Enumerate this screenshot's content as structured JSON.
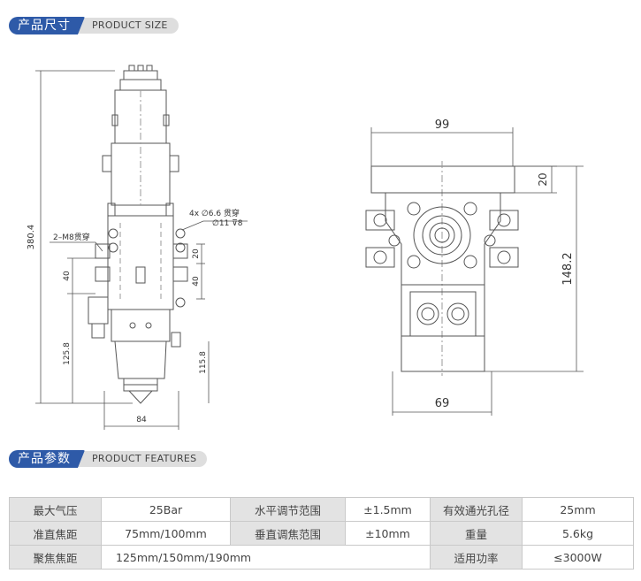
{
  "size_section": {
    "title_cn": "产品尺寸",
    "title_en": "PRODUCT SIZE"
  },
  "features_section": {
    "title_cn": "产品参数",
    "title_en": "PRODUCT FEATURES"
  },
  "dimensions": {
    "total_height": "380.4",
    "thread_note": "2–M8贯穿",
    "hole_note_1": "4x ∅6.6 贯穿",
    "hole_note_2": "∅11 ⊽8",
    "left_40": "40",
    "right_20": "20",
    "right_40": "40",
    "lower_left": "125.8",
    "lower_right": "115.8",
    "bottom_width": "84",
    "top_view_width": "99",
    "top_view_20": "20",
    "top_view_height": "148.2",
    "top_view_bottom": "69"
  },
  "specs": {
    "row1": {
      "l1": "最大气压",
      "v1": "25Bar",
      "l2": "水平调节范围",
      "v2": "±1.5mm",
      "l3": "有效通光孔径",
      "v3": "25mm"
    },
    "row2": {
      "l1": "准直焦距",
      "v1": "75mm/100mm",
      "l2": "垂直调焦范围",
      "v2": "±10mm",
      "l3": "重量",
      "v3": "5.6kg"
    },
    "row3": {
      "l1": "聚焦焦距",
      "v1": "125mm/150mm/190mm",
      "l3": "适用功率",
      "v3": "≤3000W"
    }
  },
  "colors": {
    "accent": "#2e5aa8",
    "label_bg": "#e3e3e3",
    "tag_bg": "#dedede"
  }
}
